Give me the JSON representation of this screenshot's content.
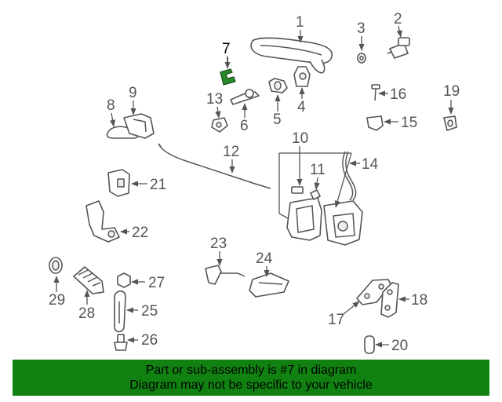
{
  "callouts": {
    "n1": "1",
    "n2": "2",
    "n3": "3",
    "n4": "4",
    "n5": "5",
    "n6": "6",
    "n7": "7",
    "n8": "8",
    "n9": "9",
    "n10": "10",
    "n11": "11",
    "n12": "12",
    "n13": "13",
    "n14": "14",
    "n15": "15",
    "n16": "16",
    "n17": "17",
    "n18": "18",
    "n19": "19",
    "n20": "20",
    "n21": "21",
    "n22": "22",
    "n23": "23",
    "n24": "24",
    "n25": "25",
    "n26": "26",
    "n27": "27",
    "n28": "28",
    "n29": "29"
  },
  "highlight_color": "#2a8a2a",
  "banner": {
    "color": "#118211",
    "line1": "Part or sub-assembly is #7 in diagram",
    "line2": "Diagram may not be specific to your vehicle"
  }
}
